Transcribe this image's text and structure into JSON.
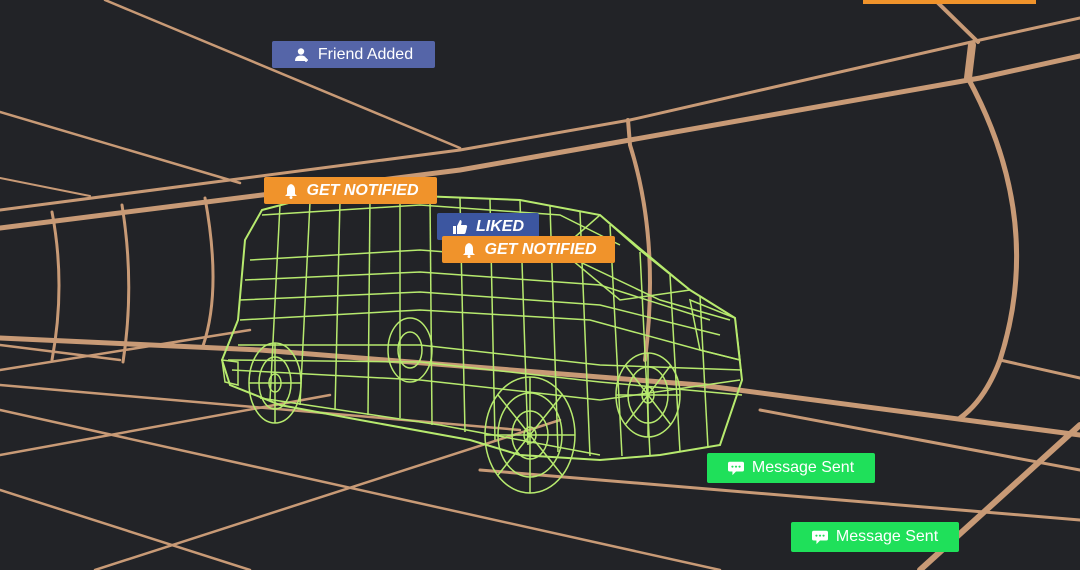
{
  "scene": {
    "background_color": "#222327",
    "tunnel_line_color": "#c89a76",
    "wireframe_color": "#b7ea6e"
  },
  "badges": {
    "friend_added": {
      "label": "Friend Added",
      "icon": "user-add-icon",
      "color": "#5565a8"
    },
    "get_notified_1": {
      "label": "GET NOTIFIED",
      "icon": "bell-icon",
      "color": "#f0932b"
    },
    "liked": {
      "label": "LIKED",
      "icon": "thumbs-up-icon",
      "color": "#3c56a0"
    },
    "get_notified_2": {
      "label": "GET NOTIFIED",
      "icon": "bell-icon",
      "color": "#f0932b"
    },
    "message_sent_1": {
      "label": "Message Sent",
      "icon": "chat-bubble-icon",
      "color": "#1fe05a"
    },
    "message_sent_2": {
      "label": "Message Sent",
      "icon": "chat-bubble-icon",
      "color": "#1fe05a"
    }
  },
  "top_bar": {
    "color": "#f0932b"
  }
}
